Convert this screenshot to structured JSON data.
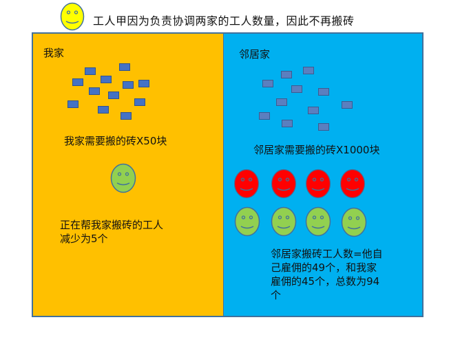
{
  "header": {
    "smiley_color": "#FFFF00",
    "title": "工人甲因为负责协调两家的工人数量，因此不再搬砖"
  },
  "left_panel": {
    "background": "#FFC000",
    "label": "我家",
    "bricks_caption": "我家需要搬的砖X50块",
    "workers_caption_line1": "正在帮我家搬砖的工人",
    "workers_caption_line2": "减少为5个",
    "brick_count_shown": 13,
    "worker_smileys": [
      {
        "color": "#92D050"
      }
    ]
  },
  "right_panel": {
    "background": "#00B0F0",
    "label": "邻居家",
    "bricks_caption": "邻居家需要搬的砖X1000块",
    "brick_count_shown": 11,
    "worker_smileys_red": [
      {
        "color": "#FF0000"
      },
      {
        "color": "#FF0000"
      },
      {
        "color": "#FF0000"
      },
      {
        "color": "#FF0000"
      }
    ],
    "worker_smileys_green": [
      {
        "color": "#92D050"
      },
      {
        "color": "#92D050"
      },
      {
        "color": "#92D050"
      },
      {
        "color": "#92D050"
      }
    ],
    "summary_lines": [
      "邻居家搬砖工人数=他自",
      "己雇佣的49个，和我家",
      "雇佣的45个，总数为94",
      "个"
    ]
  }
}
